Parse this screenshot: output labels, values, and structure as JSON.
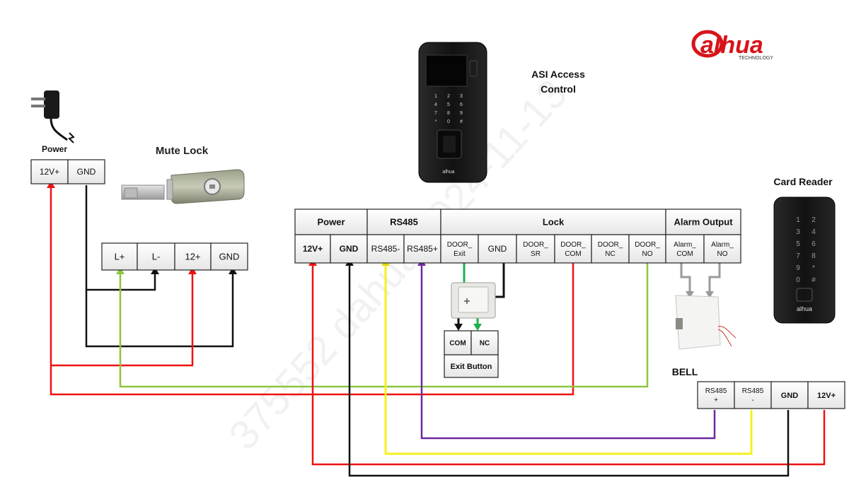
{
  "brand": {
    "logo_text": "alhua",
    "logo_sub": "TECHNOLOGY",
    "color": "#d7141a"
  },
  "labels": {
    "power_left": "Power",
    "mute_lock": "Mute Lock",
    "asi_line1": "ASI  Access",
    "asi_line2": "Control",
    "card_reader": "Card Reader",
    "bell": "BELL"
  },
  "power_left_block": {
    "cells": [
      "12V+",
      "GND"
    ]
  },
  "mute_lock_block": {
    "cells": [
      "L+",
      "L-",
      "12+",
      "GND"
    ]
  },
  "controller": {
    "groups": [
      "Power",
      "RS485",
      "Lock",
      "Alarm Output"
    ],
    "terminals": [
      [
        "12V+"
      ],
      [
        "GND"
      ],
      [
        "RS485-"
      ],
      [
        "RS485+"
      ],
      [
        "DOOR_",
        "Exit"
      ],
      [
        "GND"
      ],
      [
        "DOOR_",
        "SR"
      ],
      [
        "DOOR_",
        "COM"
      ],
      [
        "DOOR_",
        "NC"
      ],
      [
        "DOOR_",
        "NO"
      ],
      [
        "Alarm_",
        "COM"
      ],
      [
        "Alarm_",
        "NO"
      ]
    ]
  },
  "exit_button": {
    "cells": [
      "COM",
      "NC"
    ],
    "label": "Exit Button"
  },
  "reader_block": {
    "cells": [
      [
        "RS485",
        "+"
      ],
      [
        "RS485",
        "-"
      ],
      [
        "GND"
      ],
      [
        "12V+"
      ]
    ]
  },
  "watermark": "375552 dahua 2024-11-13",
  "keypad_keys": [
    "1",
    "2",
    "3",
    "4",
    "5",
    "6",
    "7",
    "8",
    "9",
    "*",
    "0",
    "#"
  ],
  "wire_colors": {
    "red": "#ee1111",
    "black": "#111111",
    "green": "#8cc63f",
    "yellow": "#f5f01e",
    "purple": "#6b2aa0",
    "grey": "#9a9a9a",
    "exit_green": "#1db14b"
  }
}
